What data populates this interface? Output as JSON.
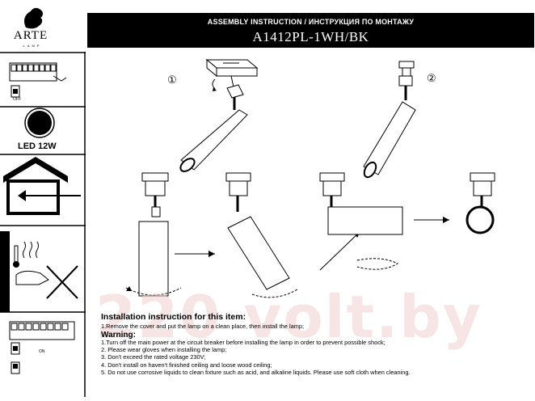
{
  "brand": {
    "logo_text": "ARTE",
    "logo_sub": "LAMP"
  },
  "header": {
    "subtitle": "ASSEMBLY INSTRUCTION / ИНСТРУКЦИЯ ПО МОНТАЖУ",
    "model": "A1412PL-1WH/BK"
  },
  "steps": {
    "step1": "①",
    "step2": "②"
  },
  "sidebar": {
    "led_label": "LED  12W",
    "off_label": "OFF",
    "on_label": "ON"
  },
  "watermark": "220 volt.by",
  "instructions": {
    "title": "Installation instruction for this item:",
    "lines": [
      "1.Remove the cover and put the lamp on a clean place, then install the lamp;"
    ],
    "warning_title": "Warning:",
    "warnings": [
      "1.Turn off the main power at the circuit breaker before installing the lamp in order to prevent  possible shock;",
      "2. Please wear gloves when installing the lamp;",
      "3. Don't exceed the rated voltage 230V;",
      "4. Don't install on haven't finished ceiling and loose wood ceiling;",
      "5. Do not use corrosive liquids to clean fixture such as acid, and alkaline liquids. Please use soft cloth  when cleaning."
    ]
  }
}
